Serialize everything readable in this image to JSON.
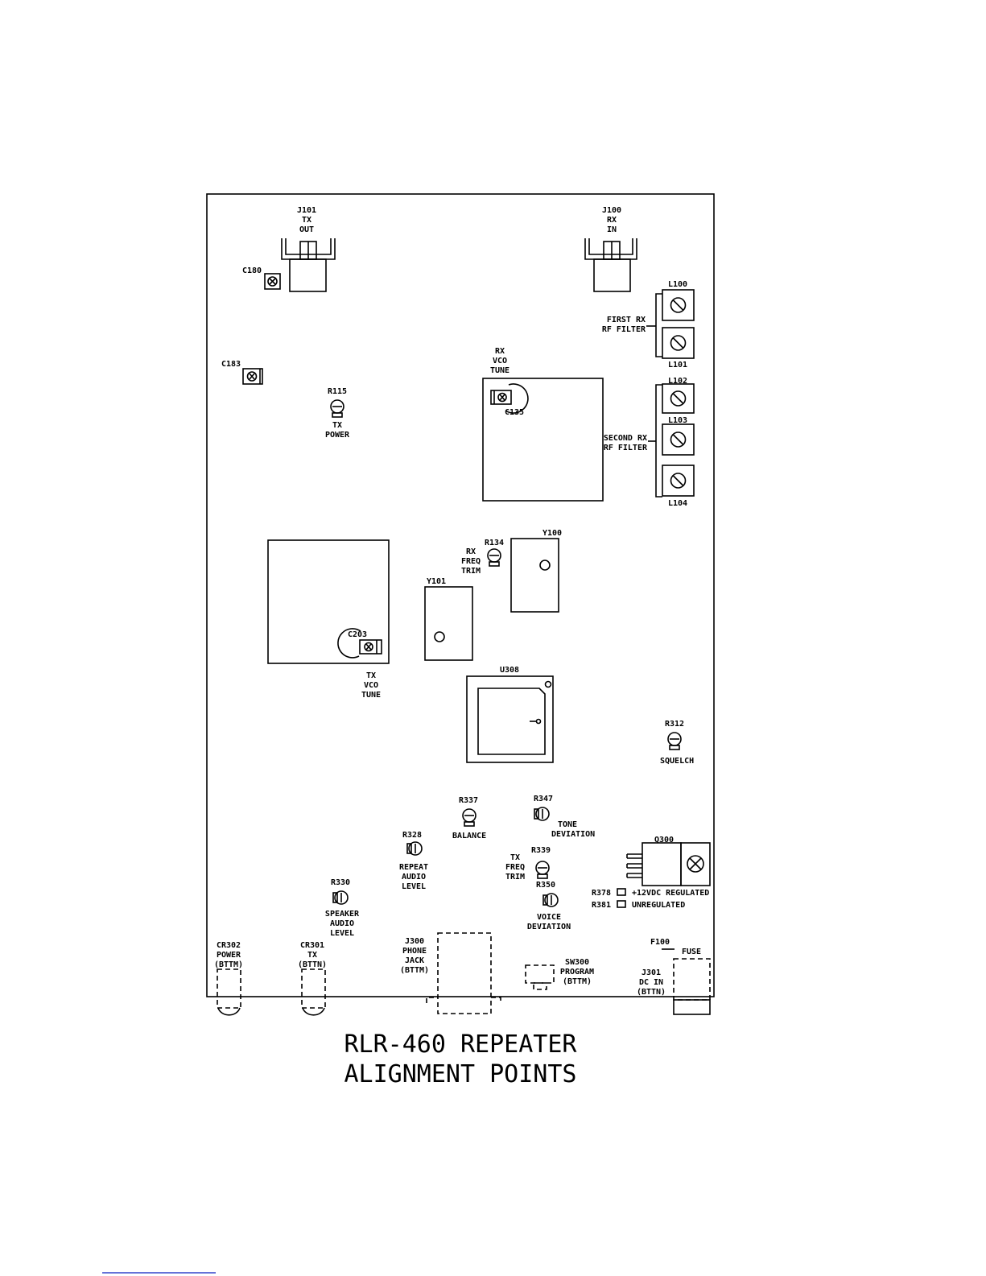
{
  "caption": {
    "line1": "RLR-460 REPEATER",
    "line2": "ALIGNMENT POINTS"
  },
  "connectors": {
    "j101": [
      "J101",
      "TX",
      "OUT"
    ],
    "j100": [
      "J100",
      "RX",
      "IN"
    ]
  },
  "components": {
    "c180": "C180",
    "c183": "C183",
    "r115": [
      "R115",
      "TX",
      "POWER"
    ],
    "rx_vco": [
      "RX",
      "VCO",
      "TUNE"
    ],
    "c135": "C135",
    "l100": "L100",
    "l101": "L101",
    "first_rx": [
      "FIRST RX",
      "RF FILTER"
    ],
    "l102": "L102",
    "l103": "L103",
    "l104": "L104",
    "second_rx": [
      "SECOND RX",
      "RF FILTER"
    ],
    "r134": "R134",
    "rx_freq": [
      "RX",
      "FREQ",
      "TRIM"
    ],
    "y100": "Y100",
    "y101": "Y101",
    "c203": "C203",
    "tx_vco": [
      "TX",
      "VCO",
      "TUNE"
    ],
    "u308": "U308",
    "r312": "R312",
    "squelch": "SQUELCH",
    "r337": "R337",
    "balance": "BALANCE",
    "r347": "R347",
    "tone_dev": [
      "TONE",
      "DEVIATION"
    ],
    "r328": [
      "R328",
      "REPEAT",
      "AUDIO",
      "LEVEL"
    ],
    "tx_freq": [
      "TX",
      "FREQ",
      "TRIM"
    ],
    "r339": "R339",
    "r350": "R350",
    "voice_dev": [
      "VOICE",
      "DEVIATION"
    ],
    "q300": "Q300",
    "r378": "R378",
    "r381": "R381",
    "regulated": "+12VDC REGULATED",
    "unregulated": "UNREGULATED",
    "r330": [
      "R330",
      "SPEAKER",
      "AUDIO",
      "LEVEL"
    ],
    "cr302": [
      "CR302",
      "POWER",
      "(BTTM)"
    ],
    "cr301": [
      "CR301",
      "TX",
      "(BTTN)"
    ],
    "j300": [
      "J300",
      "PHONE",
      "JACK",
      "(BTTM)"
    ],
    "sw300": [
      "SW300",
      "PROGRAM",
      "(BTTM)"
    ],
    "f100": "F100",
    "fuse": "FUSE",
    "j301": [
      "J301",
      "DC IN",
      "(BTTN)"
    ]
  }
}
